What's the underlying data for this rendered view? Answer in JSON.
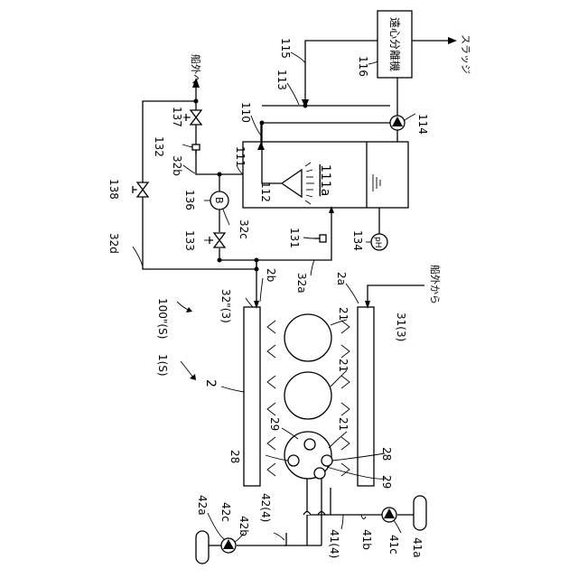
{
  "labels": {
    "l_115": "115",
    "l_116": "116",
    "l_113": "113",
    "l_114": "114",
    "l_110": "110",
    "l_137": "137",
    "l_132": "132",
    "l_32b_up": "32b",
    "l_111": "111",
    "l_111a": "111a",
    "l_112": "112",
    "l_138": "138",
    "l_136": "136",
    "l_32c": "32c",
    "l_133": "133",
    "l_131": "131",
    "l_134": "134",
    "l_32d": "32d",
    "l_32a": "32a",
    "l_2b": "2b",
    "l_2a": "2a",
    "l_32pp": "32\"(3)",
    "l_1S": "1(S)",
    "l_100S": "100\"(S)",
    "l_2": "2",
    "l_21a": "21",
    "l_21b": "21",
    "l_21c": "21",
    "l_29a": "29",
    "l_29b": "29",
    "l_28a": "28",
    "l_28b": "28",
    "l_31": "31(3)",
    "l_42a": "42a",
    "l_42c": "42c",
    "l_42b": "42b",
    "l_42_4": "42(4)",
    "l_41_4": "41(4)",
    "l_41b": "41b",
    "l_41c": "41c",
    "l_41a": "41a"
  },
  "text": {
    "centrifuge": "遠心分離機",
    "sludge": "スラッジ",
    "to_outboard": "船外へ",
    "from_outboard": "船外から",
    "blower_symbol": "B",
    "ph_symbol": "pH"
  }
}
